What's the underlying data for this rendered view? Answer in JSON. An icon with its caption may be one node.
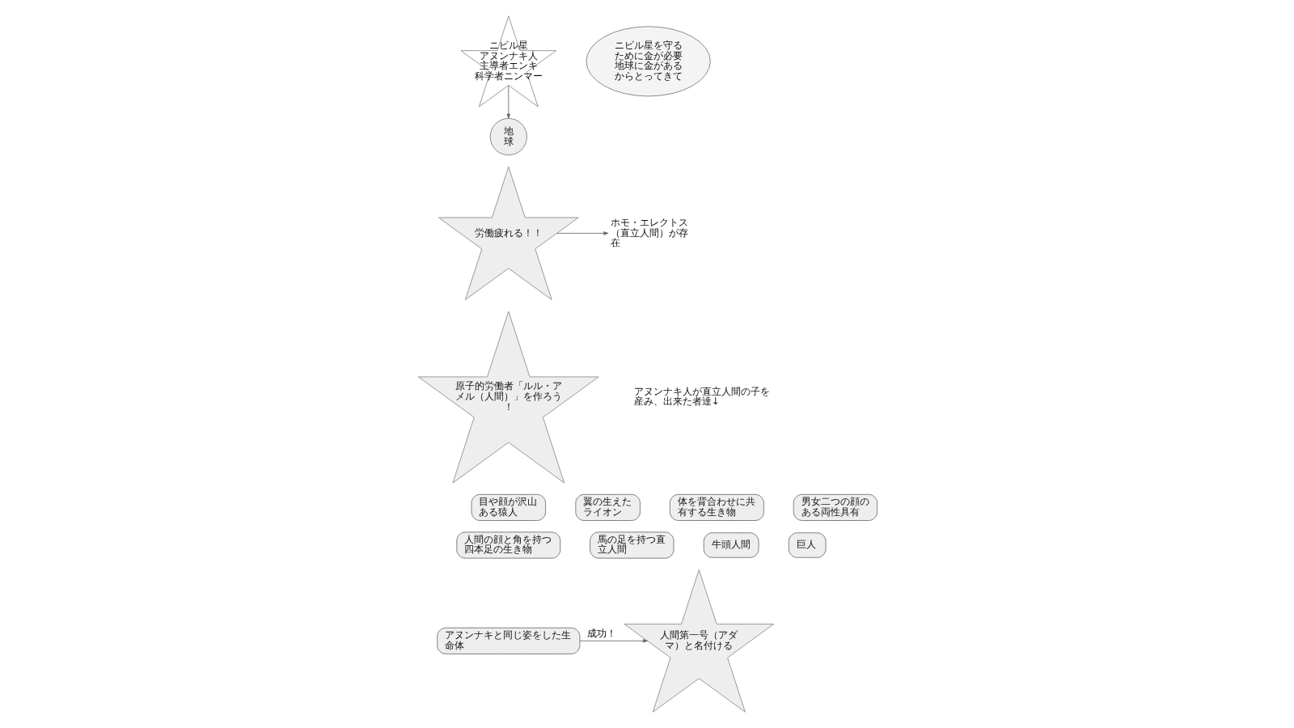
{
  "diagram": {
    "nodes": [
      {
        "text": [
          "ニビル星",
          "アヌンナキ人",
          "主導者エンキ",
          "科学者ニンマー"
        ]
      },
      {
        "text": [
          "ニビル星を守るために金が必要地球に金があるからとってきて"
        ]
      },
      {
        "text": [
          "地球"
        ]
      },
      {
        "text": [
          "労働疲れる！！"
        ]
      },
      {
        "text": [
          "ホモ・エレクトス（直立人間）が存在"
        ]
      },
      {
        "text": [
          "原子的労働者「ルル・アメル（人間）」を作ろう！"
        ]
      },
      {
        "text": [
          "目や顔が沢山ある猿人"
        ]
      },
      {
        "text": [
          "翼の生えたライオン"
        ]
      },
      {
        "text": [
          "体を背合わせに共有する生き物"
        ]
      },
      {
        "text": [
          "男女二つの顔のある両性具有"
        ]
      },
      {
        "text": [
          "人間の顔と角を持つ四本足の生き物"
        ]
      },
      {
        "text": [
          "馬の足を持つ直立人間"
        ]
      },
      {
        "text": [
          "牛頭人間"
        ]
      },
      {
        "text": [
          "巨人"
        ]
      },
      {
        "text": [
          "アヌンナキと同じ姿をした生命体"
        ]
      },
      {
        "text": [
          "人間第一号（アダマ）と名付ける"
        ]
      }
    ],
    "edges": [
      {
        "from": 0,
        "to": 2,
        "arrow": "to"
      },
      {
        "from": 3,
        "to": 4,
        "arrow": "to"
      },
      {
        "from": 14,
        "to": 15,
        "arrow": "to",
        "label": "成功！"
      }
    ],
    "labels": [
      "アヌンナキ人が直立人間の子を産み、出来た者達↓"
    ]
  }
}
